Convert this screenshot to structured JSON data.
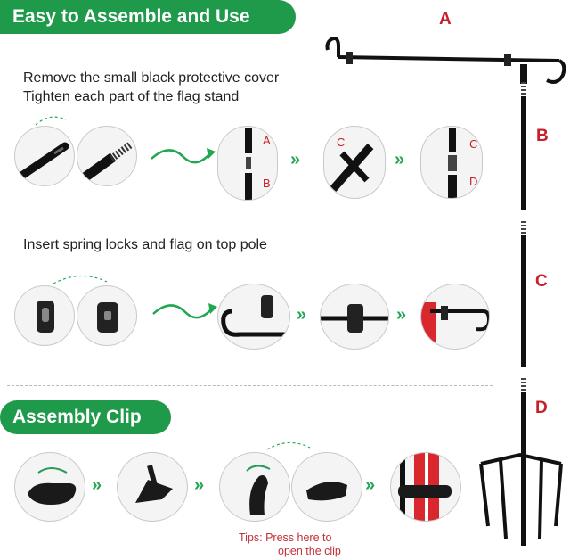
{
  "header": {
    "title": "Easy to Assemble and Use"
  },
  "step1": {
    "line1": "Remove the small black protective cover",
    "line2": "Tighten each part of the flag stand"
  },
  "step2": {
    "line": "Insert spring locks and flag on top pole"
  },
  "clip_section": {
    "title": "Assembly Clip"
  },
  "tips": {
    "line1": "Tips:  Press here to",
    "line2": "open the clip"
  },
  "part_labels": {
    "a": "A",
    "b": "B",
    "c": "C",
    "d": "D"
  },
  "circle_labels": {
    "a": "A",
    "b": "B",
    "c": "C",
    "d": "D"
  },
  "chevron": "»",
  "colors": {
    "accent": "#1f9a4a",
    "label_red": "#c8202a",
    "tip_red": "#c0303a"
  }
}
